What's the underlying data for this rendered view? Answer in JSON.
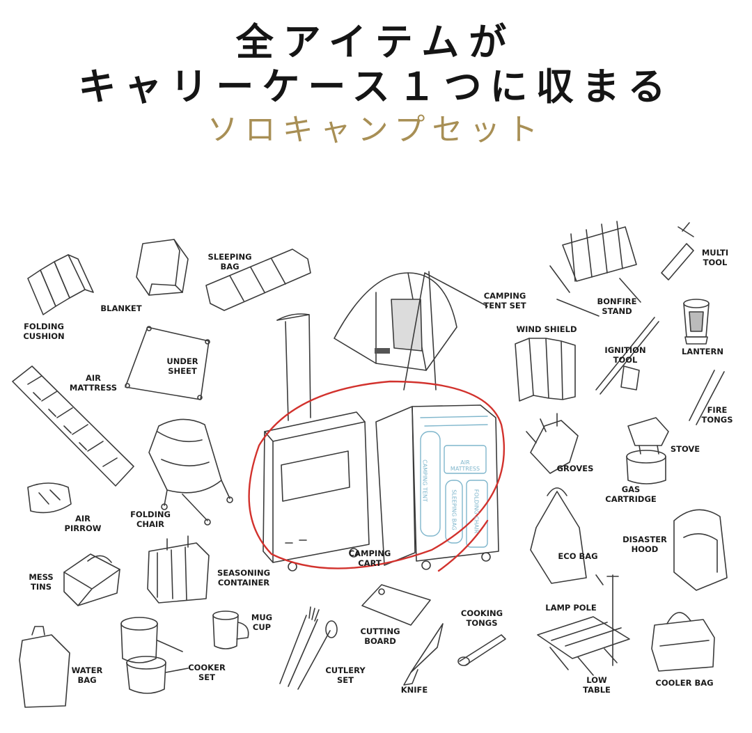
{
  "heading": {
    "line1": "全アイテムが",
    "line2": "キャリーケース１つに収まる",
    "line3": "ソロキャンプセット"
  },
  "colors": {
    "heading": "#151515",
    "subheading": "#a88f55",
    "ink": "#3a3a3a",
    "highlight": "#d2322d",
    "case_inner": "#7fb6cc"
  },
  "labels": {
    "folding_cushion": "FOLDING\nCUSHION",
    "blanket": "BLANKET",
    "sleeping_bag": "SLEEPING\nBAG",
    "under_sheet": "UNDER\nSHEET",
    "air_mattress": "AIR\nMATTRESS",
    "camping_tent_set": "CAMPING\nTENT SET",
    "bonfire_stand": "BONFIRE\nSTAND",
    "multi_tool": "MULTI\nTOOL",
    "wind_shield": "WIND SHIELD",
    "ignition_tool": "IGNITION\nTOOL",
    "lantern": "LANTERN",
    "fire_tongs": "FIRE\nTONGS",
    "stove": "STOVE",
    "groves": "GROVES",
    "gas_cartridge": "GAS\nCARTRIDGE",
    "folding_chair": "FOLDING\nCHAIR",
    "air_pirrow": "AIR\nPIRROW",
    "camping_cart": "CAMPING\nCART",
    "eco_bag": "ECO BAG",
    "disaster_hood": "DISASTER\nHOOD",
    "mess_tins": "MESS\nTINS",
    "seasoning_container": "SEASONING\nCONTAINER",
    "mug_cup": "MUG\nCUP",
    "cutting_board": "CUTTING\nBOARD",
    "cooking_tongs": "COOKING\nTONGS",
    "lamp_pole": "LAMP POLE",
    "water_bag": "WATER\nBAG",
    "cooker_set": "COOKER\nSET",
    "cutlery_set": "CUTLERY\nSET",
    "knife": "KNIFE",
    "low_table": "LOW\nTABLE",
    "cooler_bag": "COOLER BAG"
  },
  "case_labels": {
    "camping_tent": "CAMPING TENT",
    "air_mattress": "AIR\nMATTRESS",
    "sleeping_bag": "SLEEPING BAG",
    "folding_chair": "FOLDING CHAIR"
  }
}
